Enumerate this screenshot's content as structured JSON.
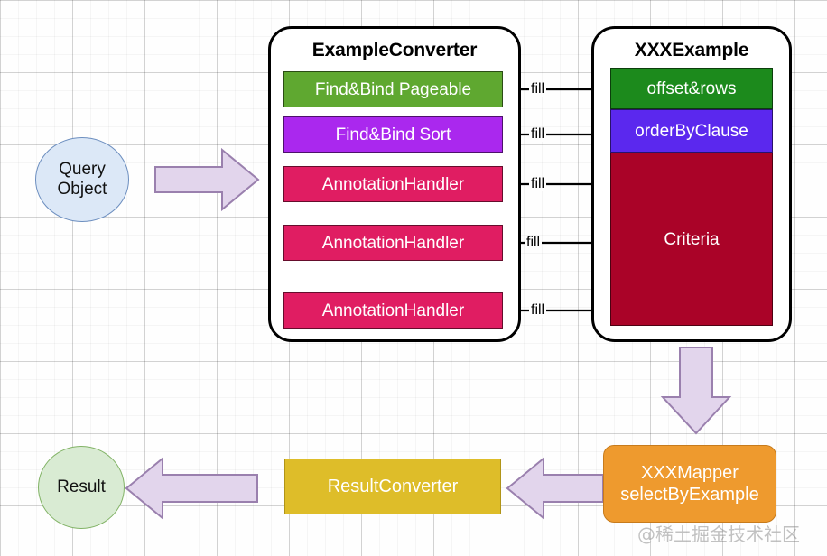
{
  "diagram": {
    "title_watermark": "@稀土掘金技术社区",
    "colors": {
      "green_left": "#5FA830",
      "purple_left": "#AA28EE",
      "pink_left": "#E01D62",
      "green_right": "#1C8A1C",
      "blue_right": "#5B28EE",
      "crimson_right": "#AA0328",
      "yellow": "#DEBD29",
      "orange": "#EE9A2E",
      "lilac_arrow": "#E2D5EC",
      "lilac_arrow_stroke": "#9A80AE",
      "circle_blue": "#DCE8F7",
      "circle_blue_stroke": "#6C8EBF",
      "circle_green": "#D9EBD3",
      "circle_green_stroke": "#82B366",
      "panel_border": "#000000"
    }
  },
  "left_panel": {
    "title": "ExampleConverter",
    "items": [
      {
        "label": "Find&Bind Pageable",
        "color": "#5FA830"
      },
      {
        "label": "Find&Bind Sort",
        "color": "#AA28EE"
      },
      {
        "label": "AnnotationHandler",
        "color": "#E01D62"
      },
      {
        "label": "AnnotationHandler",
        "color": "#E01D62"
      },
      {
        "label": "AnnotationHandler",
        "color": "#E01D62"
      }
    ]
  },
  "right_panel": {
    "title": "XXXExample",
    "items": [
      {
        "label": "offset&rows",
        "color": "#1C8A1C"
      },
      {
        "label": "orderByClause",
        "color": "#5B28EE"
      },
      {
        "label": "Criteria",
        "color": "#AA0328"
      }
    ]
  },
  "connectors": {
    "fill_labels": [
      "fill",
      "fill",
      "fill",
      "fill",
      "fill"
    ]
  },
  "nodes": {
    "query_object": {
      "line1": "Query",
      "line2": "Object"
    },
    "result": {
      "line1": "Result"
    },
    "result_converter": {
      "label": "ResultConverter"
    },
    "mapper": {
      "line1": "XXXMapper",
      "line2": "selectByExample"
    }
  }
}
